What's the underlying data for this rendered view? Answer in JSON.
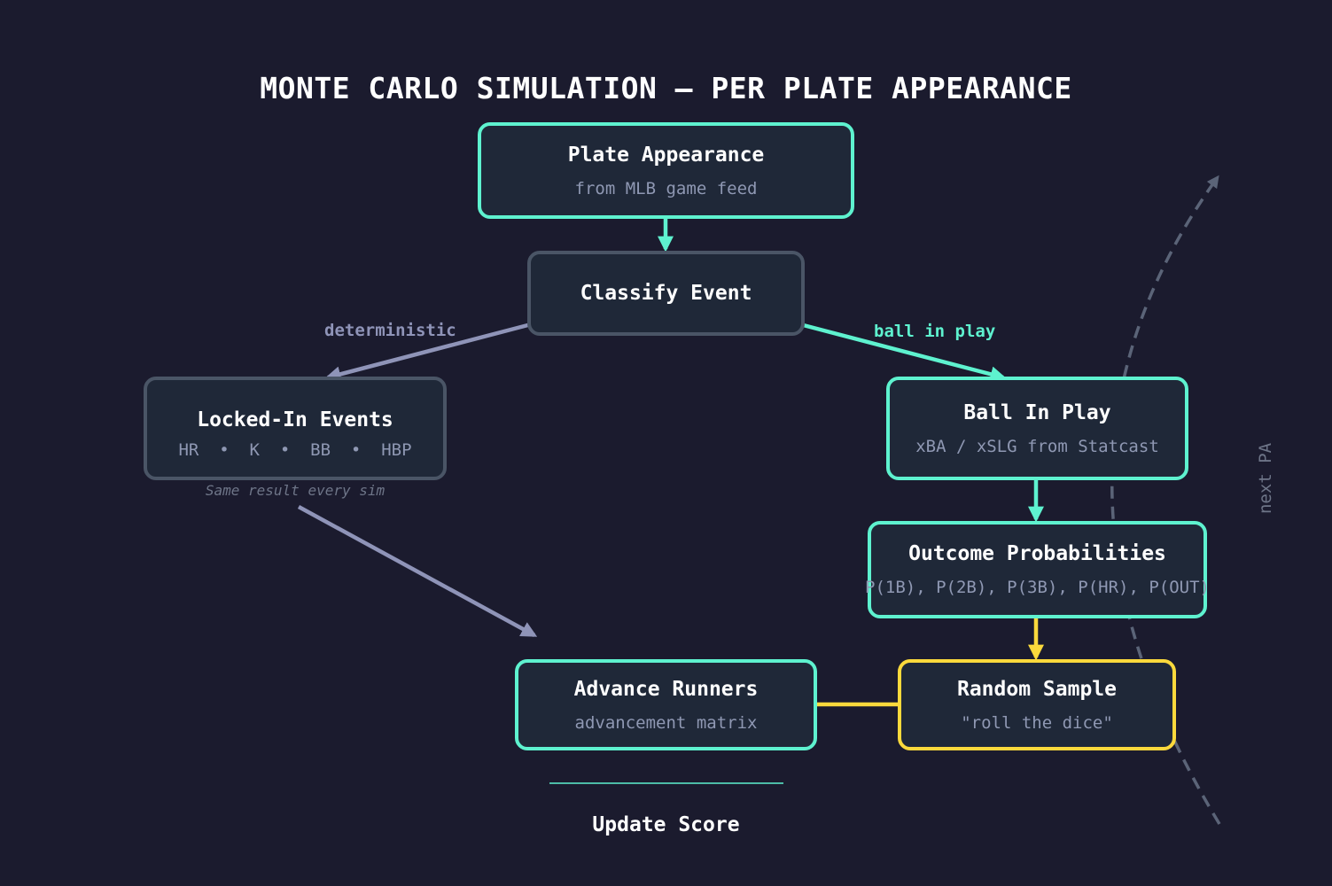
{
  "title": "MONTE CARLO SIMULATION — PER PLATE APPEARANCE",
  "nodes": {
    "plate_appearance": {
      "title": "Plate Appearance",
      "subtitle": "from MLB game feed"
    },
    "classify_event": {
      "title": "Classify Event"
    },
    "locked_in": {
      "title": "Locked-In Events",
      "subtitle": "HR  •  K  •  BB  •  HBP",
      "note": "Same result every sim"
    },
    "ball_in_play": {
      "title": "Ball In Play",
      "subtitle": "xBA / xSLG from Statcast"
    },
    "outcome_probs": {
      "title": "Outcome Probabilities",
      "subtitle": "P(1B), P(2B), P(3B), P(HR), P(OUT)"
    },
    "random_sample": {
      "title": "Random Sample",
      "subtitle": "\"roll the dice\""
    },
    "advance_runners": {
      "title": "Advance Runners",
      "subtitle": "advancement matrix"
    },
    "update_score": {
      "title": "Update Score"
    }
  },
  "edge_labels": {
    "deterministic": "deterministic",
    "ball_in_play": "ball in play",
    "next_pa": "next PA"
  },
  "colors": {
    "background": "#1b1b2e",
    "teal": "#5ef2cf",
    "yellow": "#fbd93c",
    "lavender": "#8f94b8",
    "gray_border": "#4a5566",
    "dashed": "#5b6478"
  }
}
